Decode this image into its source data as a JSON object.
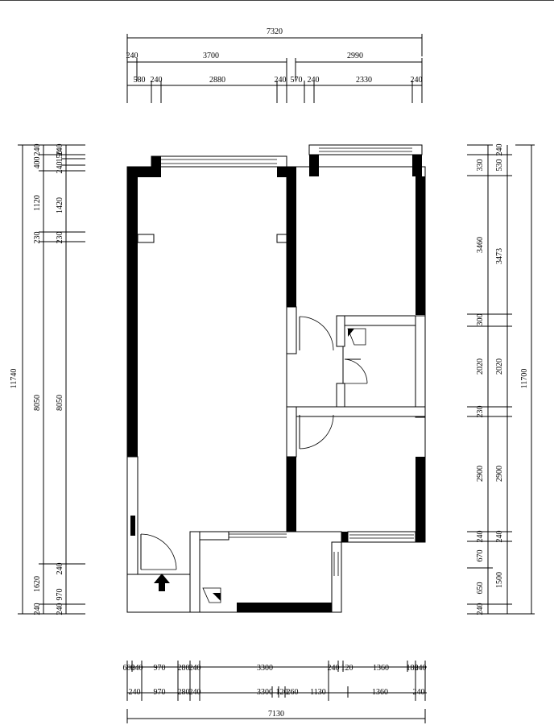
{
  "top_dims": {
    "total": "7320",
    "row2": [
      "240",
      "3700",
      "2990"
    ],
    "row3": [
      "580",
      "240",
      "2880",
      "240",
      "570",
      "240",
      "2330",
      "240"
    ]
  },
  "bottom_dims": {
    "row1": [
      "600",
      "240",
      "970",
      "280",
      "240",
      "3300",
      "240",
      "120",
      "1360",
      "180",
      "240"
    ],
    "row2": [
      "240",
      "970",
      "280",
      "240",
      "3300",
      "120",
      "260",
      "1130",
      "1360",
      "240"
    ],
    "total": "7130"
  },
  "left_dims": {
    "total": "11740",
    "outer": [
      "240",
      "400",
      "1120",
      "230",
      "8050",
      "1620",
      "240"
    ],
    "inner": [
      "240",
      "150",
      "240",
      "1420",
      "230",
      "8050",
      "240",
      "970",
      "240"
    ]
  },
  "right_dims": {
    "total": "11700",
    "outer": [
      "330",
      "3460",
      "300",
      "2020",
      "230",
      "2900",
      "240",
      "670",
      "650",
      "240"
    ],
    "inner": [
      "240",
      "530",
      "3473",
      "2020",
      "2900",
      "240",
      "1500"
    ]
  }
}
